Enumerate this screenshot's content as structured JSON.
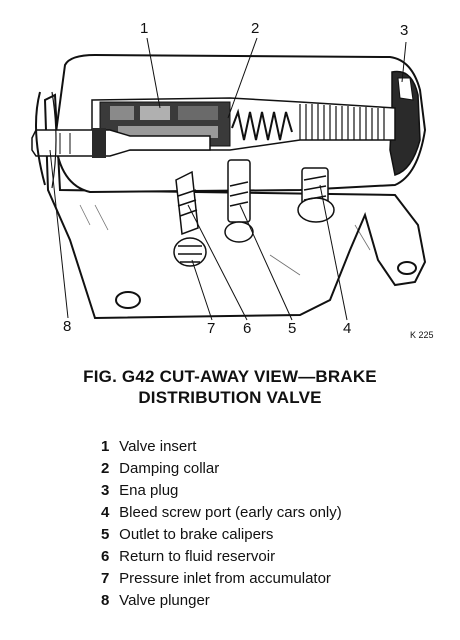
{
  "figure": {
    "callouts": [
      "1",
      "2",
      "3",
      "4",
      "5",
      "6",
      "7",
      "8"
    ],
    "code": "K 225"
  },
  "caption": {
    "line1": "FIG. G42 CUT-AWAY VIEW—BRAKE",
    "line2": "DISTRIBUTION VALVE"
  },
  "legend": [
    {
      "num": "1",
      "text": "Valve insert"
    },
    {
      "num": "2",
      "text": "Damping collar"
    },
    {
      "num": "3",
      "text": "Ena plug"
    },
    {
      "num": "4",
      "text": "Bleed screw port (early cars only)"
    },
    {
      "num": "5",
      "text": "Outlet to brake calipers"
    },
    {
      "num": "6",
      "text": "Return to fluid reservoir"
    },
    {
      "num": "7",
      "text": "Pressure inlet from accumulator"
    },
    {
      "num": "8",
      "text": "Valve plunger"
    }
  ]
}
